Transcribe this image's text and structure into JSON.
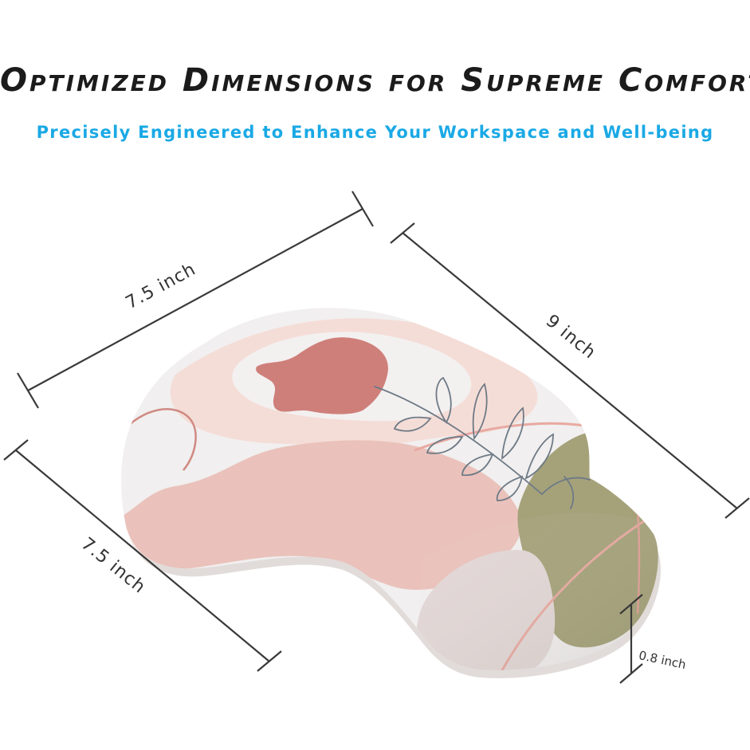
{
  "headline": "Optimized Dimensions for Supreme Comfort",
  "subheadline": "Precisely Engineered to Enhance Your Workspace and Well-being",
  "dimensions": {
    "top_width": "7.5 inch",
    "right_length": "9 inch",
    "left_width": "7.5 inch",
    "height": "0.8 inch"
  },
  "colors": {
    "headline": "#1b1b1b",
    "subheadline": "#1aa9e5",
    "pad_base": "#f1efef",
    "blush": "#eac2bb",
    "pale_pink": "#f5ddd7",
    "rose": "#cf7f7a",
    "olive": "#a5a27a",
    "edge_shadow": "#c9bfbb"
  }
}
